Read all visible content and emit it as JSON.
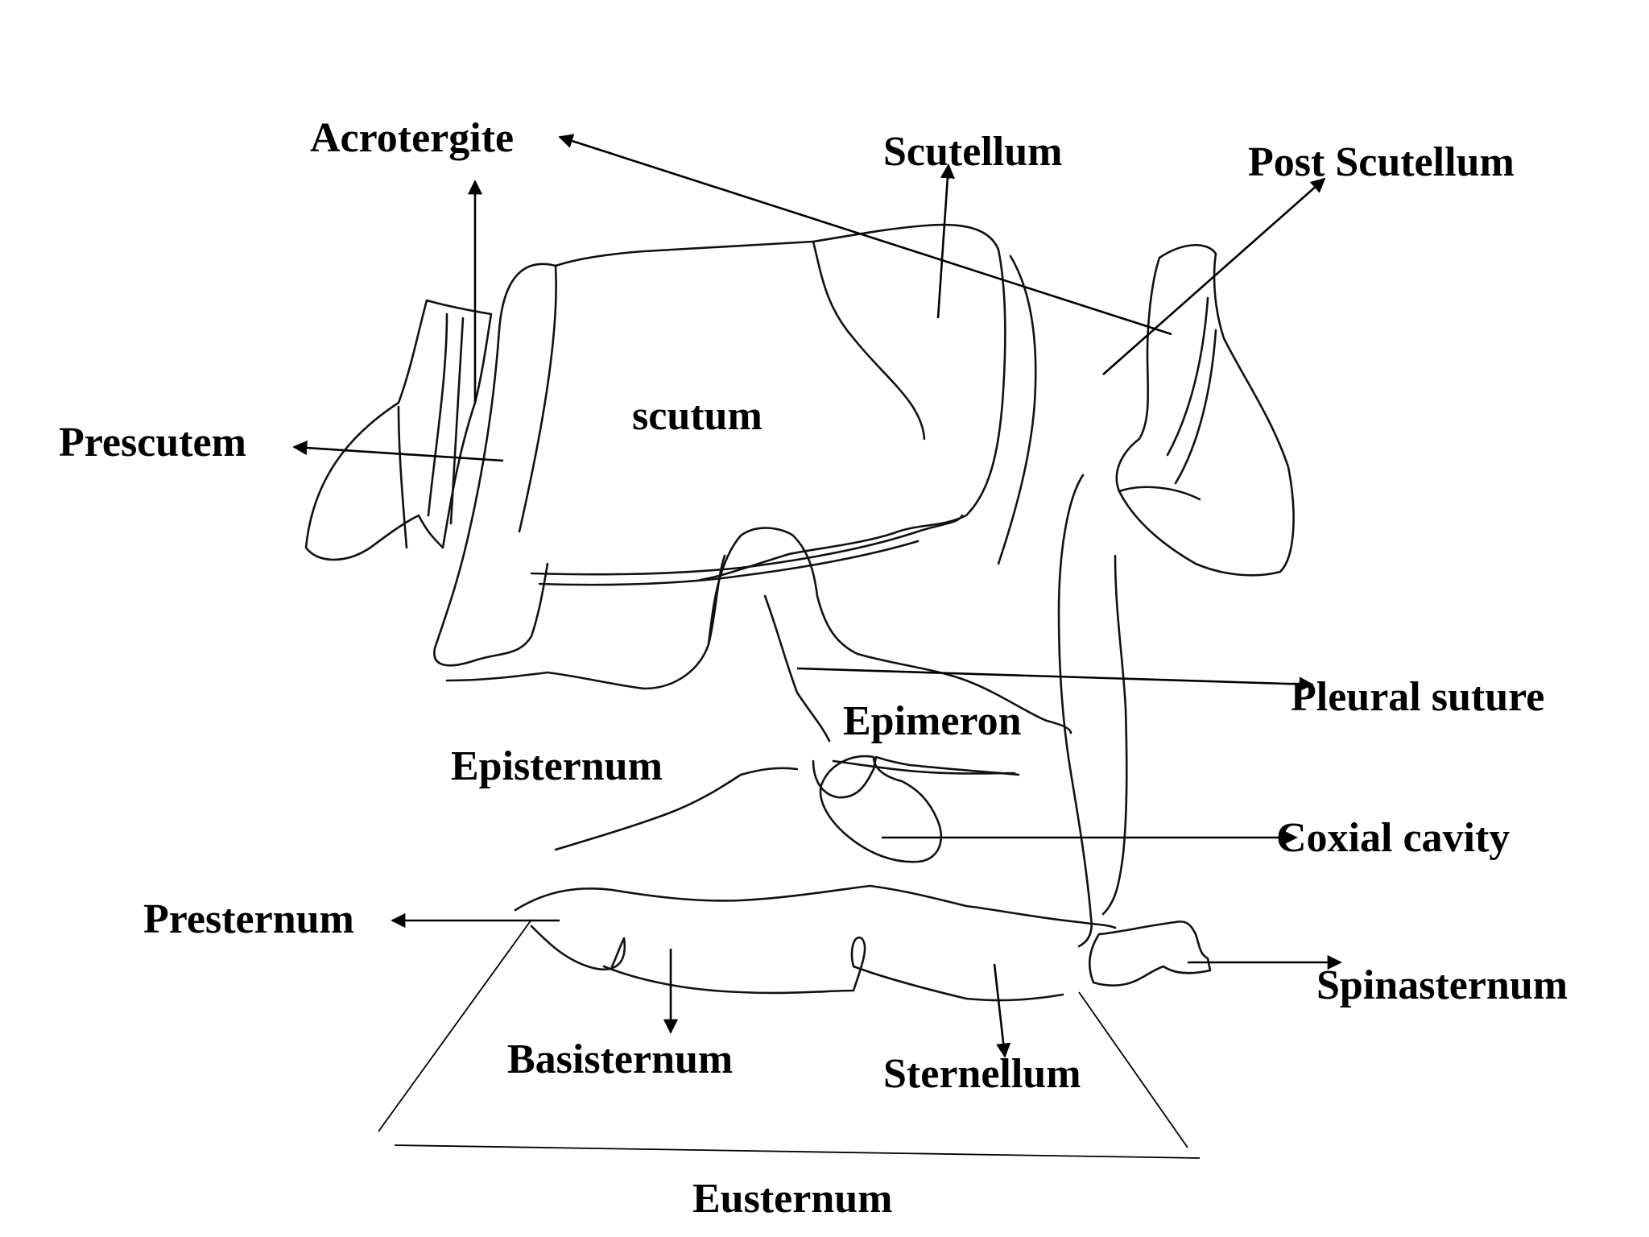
{
  "labels": {
    "acrotergite": "Acrotergite",
    "scutellum": "Scutellum",
    "post_scutellum": "Post Scutellum",
    "prescutem": "Prescutem",
    "scutum": "scutum",
    "pleural_suture": "Pleural suture",
    "epimeron": "Epimeron",
    "episternum": "Episternum",
    "coxial_cavity": "Coxial cavity",
    "presternum": "Presternum",
    "spinasternum": "Spinasternum",
    "basisternum": "Basisternum",
    "sternellum": "Sternellum",
    "eusternum": "Eusternum"
  },
  "colors": {
    "ink": "#000000",
    "background": "#ffffff"
  }
}
